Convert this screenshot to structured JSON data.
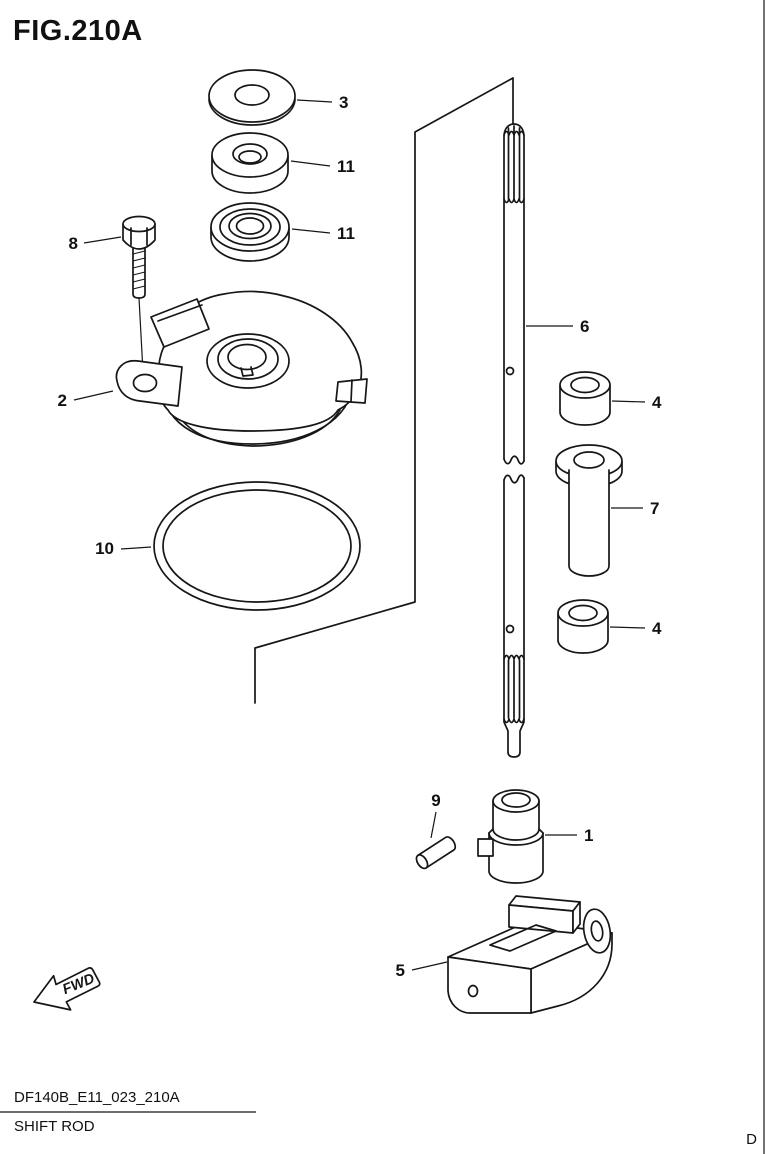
{
  "page": {
    "title": "FIG.210A",
    "footer_code": "DF140B_E11_023_210A",
    "footer_name": "SHIFT ROD",
    "corner_letter": "D",
    "fwd_label": "FWD"
  },
  "callouts": {
    "washer": "3",
    "spacer": "11",
    "oil_seal": "11",
    "bolt": "8",
    "bracket": "2",
    "o_ring": "10",
    "shift_rod": "6",
    "bushing_upper": "4",
    "sleeve": "7",
    "bushing_lower": "4",
    "pin": "9",
    "joint": "1",
    "guide_block": "5"
  },
  "colors": {
    "ink": "#161616",
    "paper": "#ffffff"
  }
}
